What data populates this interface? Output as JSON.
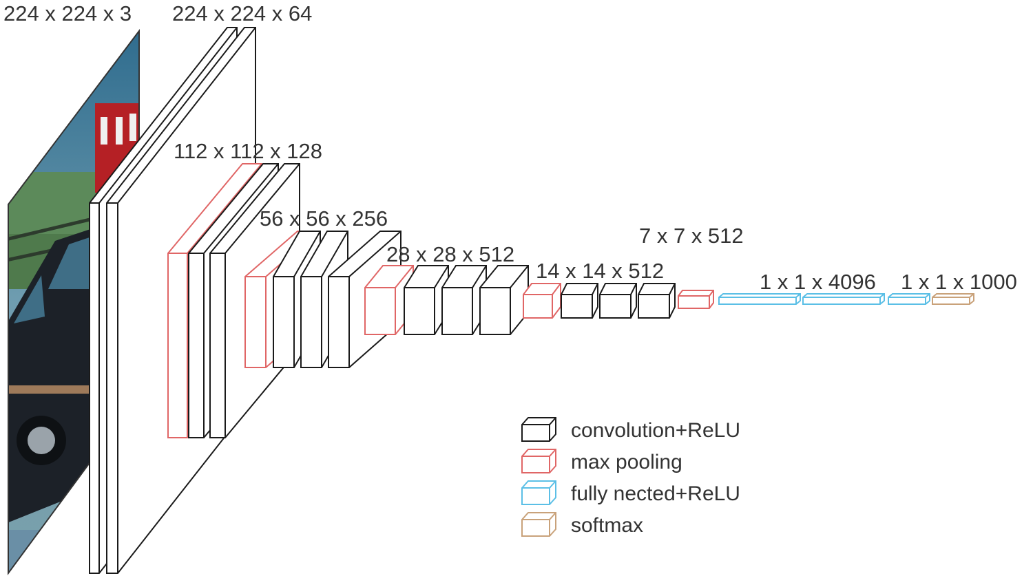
{
  "labels": {
    "input": "224 x 224 x 3",
    "conv1": "224 x 224 x 64",
    "conv2": "112 x 112 x 128",
    "conv3": "56 x 56 x 256",
    "conv4": "28 x 28 x 512",
    "conv5": "14 x 14 x 512",
    "pool5": "7 x 7 x 512",
    "fc": "1 x 1 x 4096",
    "softmax": "1 x 1 x 1000"
  },
  "legend": [
    {
      "label": "convolution+ReLU",
      "color": "#1a1a1a"
    },
    {
      "label": "max pooling",
      "color": "#e06666"
    },
    {
      "label": "fully nected+ReLU",
      "color": "#5bbfe6"
    },
    {
      "label": "softmax",
      "color": "#c9a27a"
    }
  ],
  "colors": {
    "conv": "#1a1a1a",
    "pool": "#e06666",
    "fc": "#5bbfe6",
    "softmax": "#c9a27a"
  }
}
